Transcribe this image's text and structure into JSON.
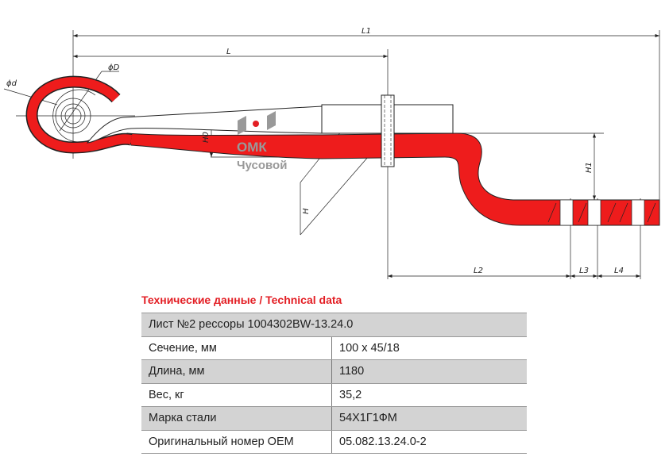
{
  "drawing": {
    "labels": {
      "L1": "L1",
      "L": "L",
      "D": "ϕD",
      "d": "ϕd",
      "H0": "H0",
      "H": "H",
      "H1": "H1",
      "L2": "L2",
      "L3": "L3",
      "L4": "L4"
    },
    "logo": {
      "brand": "ОМК",
      "city": "Чусовой"
    },
    "colors": {
      "leaf": "#ee1c1c",
      "logo_gray": "#999999"
    }
  },
  "technical": {
    "title": "Технические данные / Technical data",
    "header": "Лист №2 рессоры 1004302BW-13.24.0",
    "rows": [
      {
        "label": "Сечение, мм",
        "value": "100 x 45/18"
      },
      {
        "label": "Длина, мм",
        "value": "1180"
      },
      {
        "label": "Вес, кг",
        "value": "35,2"
      },
      {
        "label": "Марка стали",
        "value": "54Х1Г1ФМ"
      },
      {
        "label": "Оригинальный номер OEM",
        "value": "05.082.13.24.0-2"
      }
    ]
  }
}
